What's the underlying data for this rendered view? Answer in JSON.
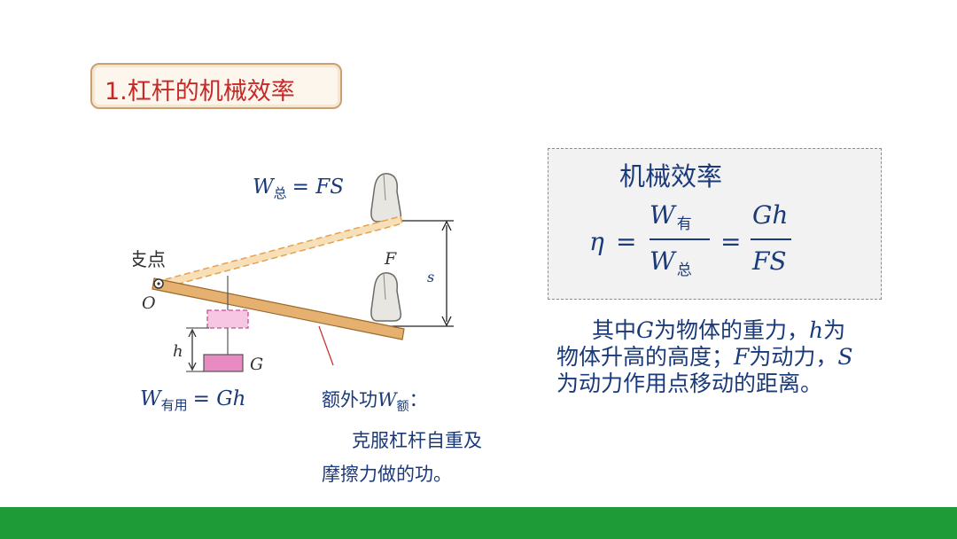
{
  "title": "1.杠杆的机械效率",
  "diagram": {
    "total_work_W": "W",
    "total_work_sub": "总",
    "total_work_rhs": "= FS",
    "fulcrum_label": "支点",
    "point_O": "O",
    "force_F": "F",
    "distance_s": "s",
    "height_h": "h",
    "weight_G": "G",
    "useful_work_W": "W",
    "useful_work_sub": "有用",
    "useful_work_rhs": "= Gh"
  },
  "extra_work": {
    "label_prefix": "额外功",
    "label_W": "W",
    "label_sub": "额",
    "label_suffix": "：",
    "line1": "克服杠杆自重及",
    "line2": "摩擦力做的功。"
  },
  "formula": {
    "heading": "机械效率",
    "eta": "η",
    "eq": "=",
    "num1_W": "W",
    "num1_sub": "有",
    "den1_W": "W",
    "den1_sub": "总",
    "num2": "Gh",
    "den2": "FS"
  },
  "description": {
    "p1": "其中",
    "G": "G",
    "p2": "为物体的重力，",
    "h": "h",
    "p3": "为物体升高的高度；",
    "F": "F",
    "p4": "为动力，",
    "S": "S",
    "p5": "为动力作用点移动的距离。"
  },
  "colors": {
    "title_red": "#c62828",
    "text_blue": "#1a3a7a",
    "lever_tan": "#e6b070",
    "weight_pink": "#e98bc3",
    "bottom_green": "#1e9b36"
  }
}
